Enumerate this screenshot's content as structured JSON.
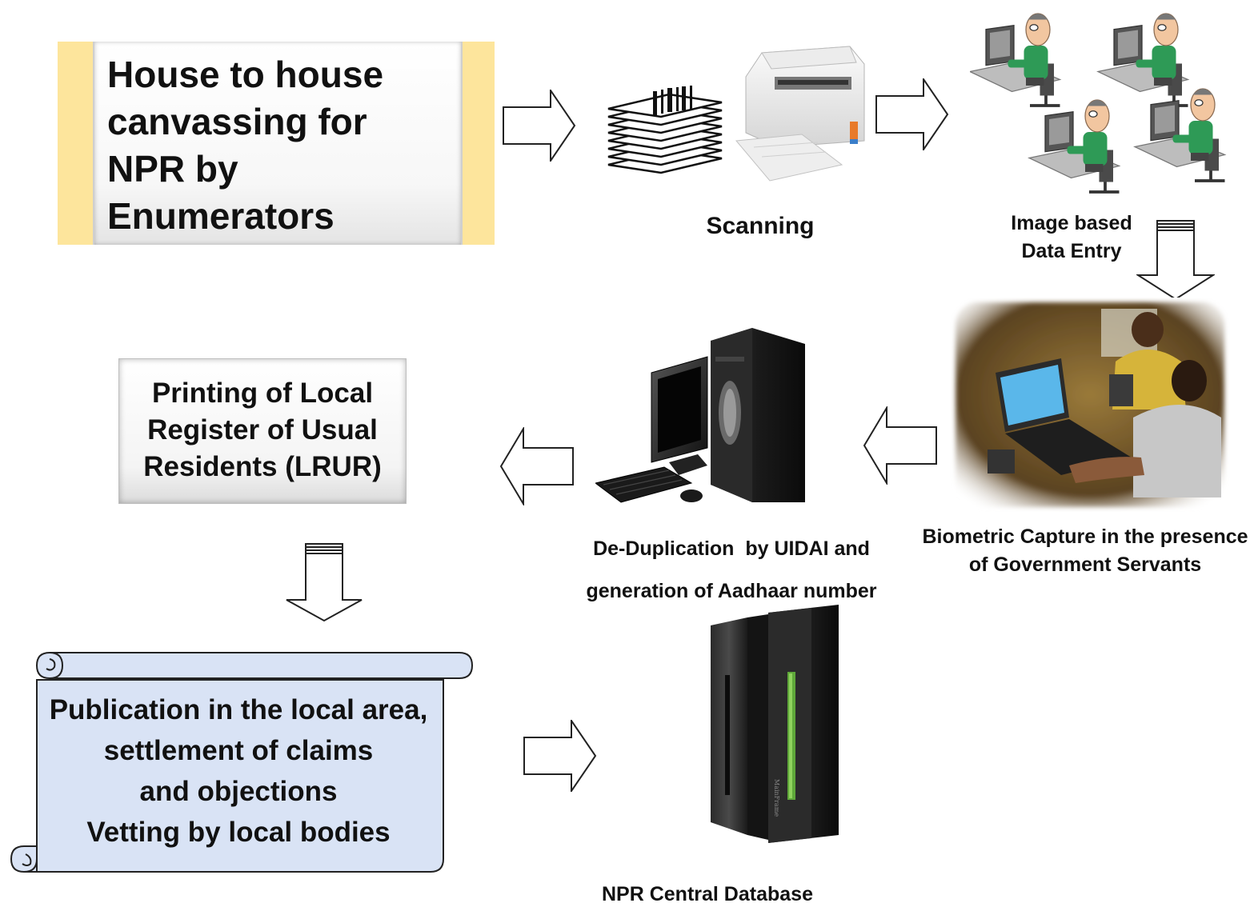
{
  "steps": {
    "canvassing": {
      "lines": [
        "House to house",
        "canvassing for",
        "NPR by",
        "Enumerators"
      ],
      "bg_color": "#fde59c"
    },
    "scanning": {
      "label": "Scanning",
      "icon": "scanner-icon",
      "papers_icon": "paper-stack-icon"
    },
    "data_entry": {
      "lines": [
        "Image based",
        "Data Entry"
      ],
      "icon": "operators-at-computers-icon"
    },
    "biometric": {
      "lines": [
        "Biometric Capture in the presence",
        "of Government Servants"
      ],
      "icon": "biometric-capture-photo"
    },
    "dedup": {
      "lines": [
        "De-Duplication  by UIDAI and",
        "generation of Aadhaar number"
      ],
      "icon": "desktop-computer-icon"
    },
    "printing": {
      "lines": [
        "Printing of Local",
        "Register of Usual",
        "Residents (LRUR)"
      ]
    },
    "publication": {
      "lines": [
        "Publication in the local area,",
        "settlement of claims",
        "and objections",
        "Vetting by local bodies"
      ],
      "bg_color": "#d9e3f5"
    },
    "central_db": {
      "label": "NPR Central Database",
      "icon": "server-tower-icon"
    }
  },
  "colors": {
    "accent_yellow": "#fde59c",
    "scroll_blue": "#d9e3f5",
    "server_green": "#5fa83a"
  }
}
